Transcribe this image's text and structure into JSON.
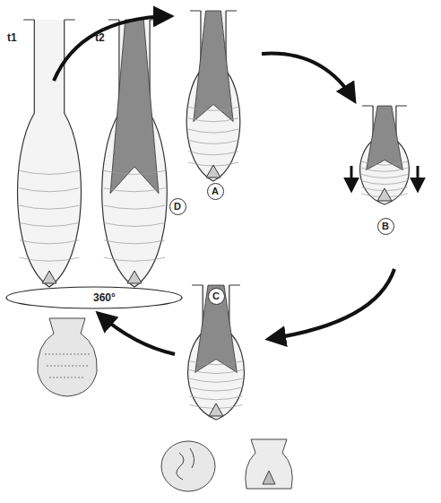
{
  "diagram": {
    "nodes": [
      {
        "text": [
          "A"
        ]
      },
      {
        "text": [
          "B"
        ]
      },
      {
        "text": [
          "C"
        ]
      },
      {
        "text": [
          "D"
        ]
      }
    ],
    "labels": [
      "t1",
      "t2",
      "360°"
    ]
  }
}
